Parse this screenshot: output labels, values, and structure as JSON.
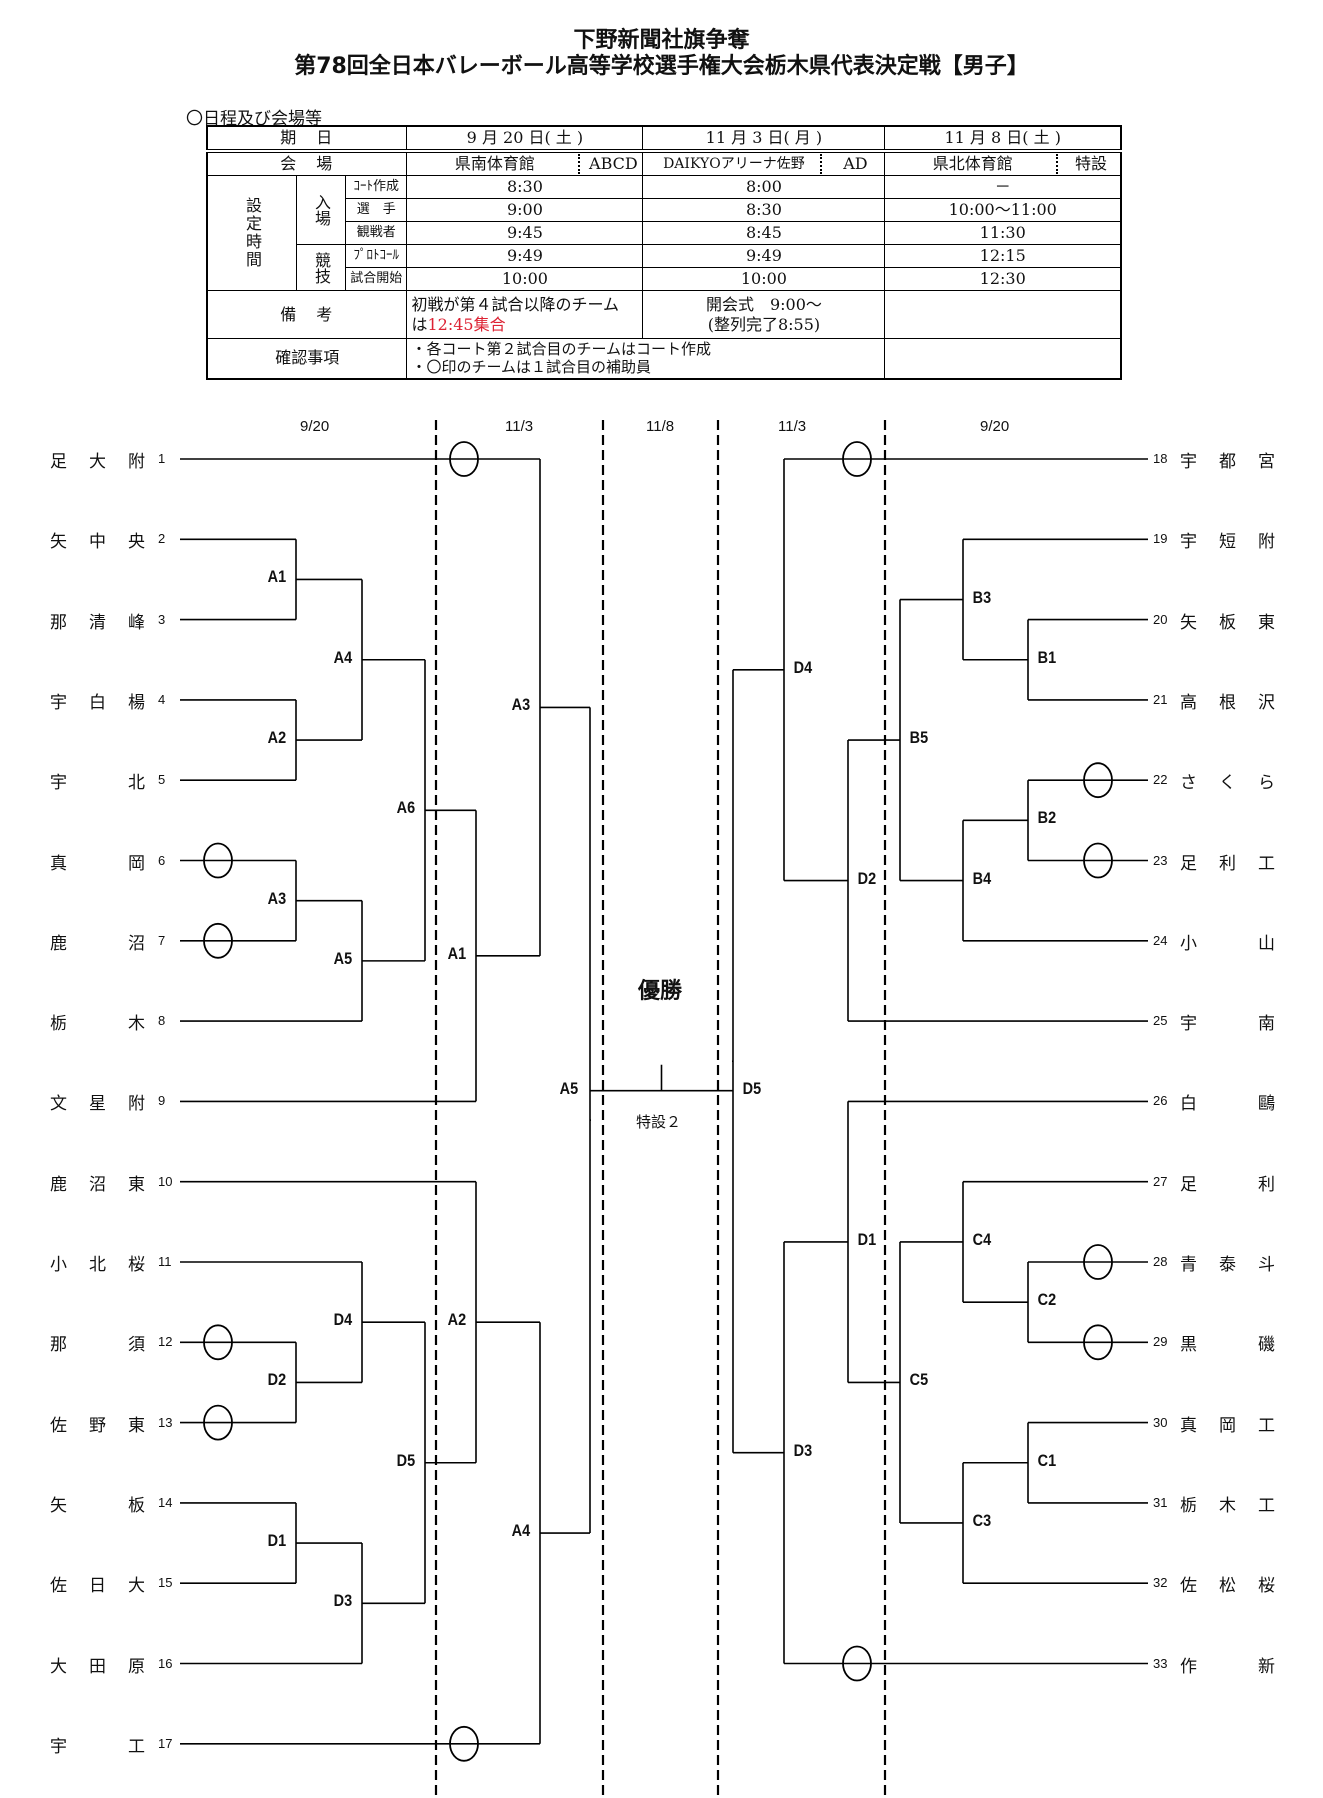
{
  "header": {
    "title_line1": "下野新聞社旗争奪",
    "title_line2": "第78回全日本バレーボール高等学校選手権大会栃木県代表決定戦【男子】"
  },
  "schedule": {
    "heading": "〇日程及び会場等",
    "row_labels": {
      "date": "期　日",
      "venue": "会　場",
      "group_setting_time": "設定時間",
      "group_entry": "入場",
      "group_competition": "競技",
      "court_setup": "ｺｰﾄ作成",
      "players": "選　手",
      "spectators": "観戦者",
      "protocol": "ﾌﾟﾛﾄｺｰﾙ",
      "match_start": "試合開始",
      "remarks": "備　考",
      "confirmations": "確認事項"
    },
    "days": [
      {
        "date": "9 月 20 日( 土 )",
        "venue": "県南体育館",
        "courts": "ABCD",
        "court_setup": "8:30",
        "players": "9:00",
        "spectators": "9:45",
        "protocol": "9:49",
        "match_start": "10:00",
        "remarks_line1": "初戦が第４試合以降のチーム",
        "remarks_line2_prefix": "は",
        "remarks_line2_highlight": "12:45集合"
      },
      {
        "date": "11 月 3 日( 月 )",
        "venue": "DAIKYOアリーナ佐野",
        "courts": "AD",
        "court_setup": "8:00",
        "players": "8:30",
        "spectators": "8:45",
        "protocol": "9:49",
        "match_start": "10:00",
        "remarks_line1": "開会式　9:00～",
        "remarks_line2": "(整列完了8:55)"
      },
      {
        "date": "11 月 8 日( 土 )",
        "venue": "県北体育館",
        "courts": "特設",
        "court_setup": "－",
        "players": "10:00～11:00",
        "spectators": "11:30",
        "protocol": "12:15",
        "match_start": "12:30",
        "remarks_line1": ""
      }
    ],
    "confirmations": [
      "・各コート第２試合目のチームはコート作成",
      "・〇印のチームは１試合目の補助員"
    ],
    "highlight_color": "#d23333"
  },
  "bracket": {
    "round_dates_left": [
      "9/20",
      "11/3"
    ],
    "round_date_center": "11/8",
    "round_dates_right": [
      "11/3",
      "9/20"
    ],
    "champion_label": "優勝",
    "final_court": "特設２",
    "final_left_label": "A5",
    "final_right_label": "D5",
    "left_teams": [
      {
        "seed": "1",
        "chars": [
          "足",
          "大",
          "附"
        ],
        "helper": false,
        "second_round_helper": true
      },
      {
        "seed": "2",
        "chars": [
          "矢",
          "中",
          "央"
        ],
        "helper": false
      },
      {
        "seed": "3",
        "chars": [
          "那",
          "清",
          "峰"
        ],
        "helper": false
      },
      {
        "seed": "4",
        "chars": [
          "宇",
          "白",
          "楊"
        ],
        "helper": false
      },
      {
        "seed": "5",
        "chars": [
          "宇",
          "",
          "北"
        ],
        "helper": false
      },
      {
        "seed": "6",
        "chars": [
          "真",
          "",
          "岡"
        ],
        "helper": true
      },
      {
        "seed": "7",
        "chars": [
          "鹿",
          "",
          "沼"
        ],
        "helper": true
      },
      {
        "seed": "8",
        "chars": [
          "栃",
          "",
          "木"
        ],
        "helper": false
      },
      {
        "seed": "9",
        "chars": [
          "文",
          "星",
          "附"
        ],
        "helper": false
      },
      {
        "seed": "10",
        "chars": [
          "鹿",
          "沼",
          "東"
        ],
        "helper": false
      },
      {
        "seed": "11",
        "chars": [
          "小",
          "北",
          "桜"
        ],
        "helper": false
      },
      {
        "seed": "12",
        "chars": [
          "那",
          "",
          "須"
        ],
        "helper": true
      },
      {
        "seed": "13",
        "chars": [
          "佐",
          "野",
          "東"
        ],
        "helper": true
      },
      {
        "seed": "14",
        "chars": [
          "矢",
          "",
          "板"
        ],
        "helper": false
      },
      {
        "seed": "15",
        "chars": [
          "佐",
          "日",
          "大"
        ],
        "helper": false
      },
      {
        "seed": "16",
        "chars": [
          "大",
          "田",
          "原"
        ],
        "helper": false
      },
      {
        "seed": "17",
        "chars": [
          "宇",
          "",
          "工"
        ],
        "helper": false,
        "second_round_helper": true
      }
    ],
    "right_teams": [
      {
        "seed": "18",
        "chars": [
          "宇",
          "都",
          "宮"
        ],
        "helper": false,
        "second_round_helper": true
      },
      {
        "seed": "19",
        "chars": [
          "宇",
          "短",
          "附"
        ],
        "helper": false
      },
      {
        "seed": "20",
        "chars": [
          "矢",
          "板",
          "東"
        ],
        "helper": false
      },
      {
        "seed": "21",
        "chars": [
          "高",
          "根",
          "沢"
        ],
        "helper": false
      },
      {
        "seed": "22",
        "chars": [
          "さ",
          "く",
          "ら"
        ],
        "helper": true
      },
      {
        "seed": "23",
        "chars": [
          "足",
          "利",
          "工"
        ],
        "helper": true
      },
      {
        "seed": "24",
        "chars": [
          "小",
          "",
          "山"
        ],
        "helper": false
      },
      {
        "seed": "25",
        "chars": [
          "宇",
          "",
          "南"
        ],
        "helper": false
      },
      {
        "seed": "26",
        "chars": [
          "白",
          "",
          "鷗"
        ],
        "helper": false
      },
      {
        "seed": "27",
        "chars": [
          "足",
          "",
          "利"
        ],
        "helper": false
      },
      {
        "seed": "28",
        "chars": [
          "青",
          "泰",
          "斗"
        ],
        "helper": true
      },
      {
        "seed": "29",
        "chars": [
          "黒",
          "",
          "磯"
        ],
        "helper": true
      },
      {
        "seed": "30",
        "chars": [
          "真",
          "岡",
          "工"
        ],
        "helper": false
      },
      {
        "seed": "31",
        "chars": [
          "栃",
          "木",
          "工"
        ],
        "helper": false
      },
      {
        "seed": "32",
        "chars": [
          "佐",
          "松",
          "桜"
        ],
        "helper": false
      },
      {
        "seed": "33",
        "chars": [
          "作",
          "",
          "新"
        ],
        "helper": false,
        "second_round_helper": true
      }
    ],
    "match_labels": {
      "left": [
        "A1",
        "A2",
        "A3",
        "A4",
        "A5",
        "A6",
        "A1",
        "A2",
        "A3",
        "A4",
        "D4",
        "D2",
        "D5",
        "D1",
        "D3"
      ],
      "right": [
        "B3",
        "B1",
        "D4",
        "B5",
        "B2",
        "B4",
        "D2",
        "D1",
        "C4",
        "C2",
        "C5",
        "D3",
        "C1",
        "C3"
      ]
    }
  }
}
